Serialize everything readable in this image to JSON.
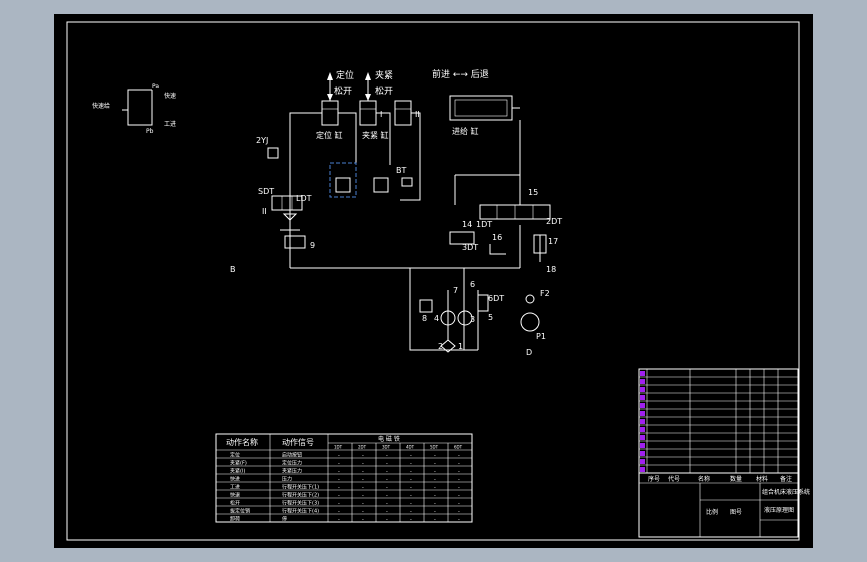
{
  "colors": {
    "background": "#abb6c2",
    "drawing": "#000000",
    "lines": "#ffffff",
    "title_block_accent": "#a020f0",
    "selection": "#4a7fd0"
  },
  "hydraulic_labels": {
    "dingwei": "定位",
    "songkai_1": "松开",
    "jiajin": "夹紧",
    "songkai_2": "松开",
    "forward_back": "前进 ←→ 后退",
    "dingwei_gang": "定位 缸",
    "jiajin_gang": "夹紧 缸",
    "jinji_gang": "进给 缸",
    "roman_1": "I",
    "roman_2": "II",
    "yj2": "2YJ",
    "sdt": "SDT",
    "ldt": "LDT",
    "ii_label": "II",
    "label_9": "9",
    "bt": "BT",
    "label_15": "15",
    "label_14": "14",
    "label_1dt": "1DT",
    "label_2dt": "2DT",
    "label_3dt": "3DT",
    "label_16": "16",
    "label_17": "17",
    "label_18": "18",
    "label_b": "B",
    "label_6": "6",
    "label_7": "7",
    "label_6dt": "6DT",
    "label_5": "5",
    "label_4": "4",
    "label_3": "3",
    "label_8": "8",
    "label_2": "2",
    "label_1": "1",
    "label_f2": "F2",
    "label_p1": "P1",
    "label_d": "D"
  },
  "small_diagram": {
    "left_label": "快速给",
    "top_right": "快速",
    "bottom_right": "工进",
    "pa": "Pa",
    "pb": "Pb"
  },
  "action_table": {
    "headers": [
      "动作名称",
      "动作信号"
    ],
    "group_header": "电 磁 铁",
    "sub_headers": [
      "1DT",
      "2DT",
      "3DT",
      "4DT",
      "5DT",
      "6DT"
    ],
    "rows": [
      {
        "name": "定位",
        "signal": "启动按钮"
      },
      {
        "name": "夹紧(F)",
        "signal": "定位压力"
      },
      {
        "name": "夹紧(I)",
        "signal": "夹紧压力"
      },
      {
        "name": "快进",
        "signal": "压力"
      },
      {
        "name": "工进",
        "signal": "行程开关压下(1)"
      },
      {
        "name": "快退",
        "signal": "行程开关压下(2)"
      },
      {
        "name": "松开",
        "signal": "行程开关压下(3)"
      },
      {
        "name": "拔定位销",
        "signal": "行程开关压下(4)"
      },
      {
        "name": "卸荷",
        "signal": "停"
      }
    ],
    "dash": "-"
  },
  "title_block": {
    "labels": [
      "序号",
      "代号",
      "名称",
      "数量",
      "材料",
      "备注"
    ],
    "title": "组合机床液压系统",
    "drawing_name": "液压原理图",
    "small_texts": [
      "比例",
      "图号"
    ]
  }
}
